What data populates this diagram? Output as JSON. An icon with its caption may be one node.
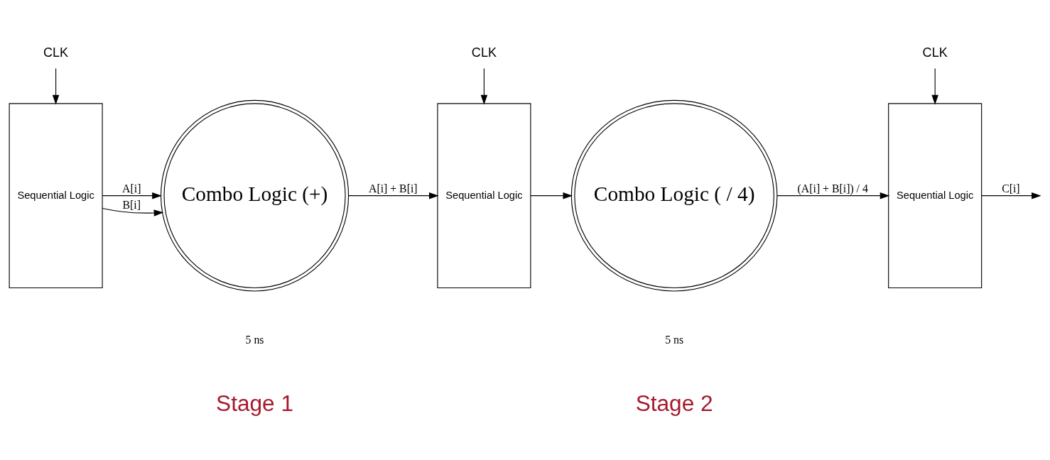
{
  "diagram": {
    "nodes": [
      {
        "text": [
          "Sequential Logic"
        ]
      },
      {
        "text": [
          "Combo Logic (+)"
        ]
      },
      {
        "text": [
          "Sequential Logic"
        ]
      },
      {
        "text": [
          "Combo Logic ( / 4)"
        ]
      },
      {
        "text": [
          "Sequential Logic"
        ]
      },
      {
        "text": [
          "CLK"
        ]
      },
      {
        "text": [
          "CLK"
        ]
      },
      {
        "text": [
          "CLK"
        ]
      }
    ],
    "edges": [
      {
        "from": 0,
        "to": 1,
        "arrow": "to",
        "label": "A[i]"
      },
      {
        "from": 0,
        "to": 1,
        "arrow": "to",
        "label": "B[i]"
      },
      {
        "from": 1,
        "to": 2,
        "arrow": "to",
        "label": "A[i] + B[i]"
      },
      {
        "from": 2,
        "to": 3,
        "arrow": "to"
      },
      {
        "from": 3,
        "to": 4,
        "arrow": "to",
        "label": "(A[i] + B[i]) / 4"
      },
      {
        "from": 4,
        "to": null,
        "arrow": "to",
        "label": "C[i]"
      },
      {
        "from": 5,
        "to": 0,
        "arrow": "to"
      },
      {
        "from": 6,
        "to": 2,
        "arrow": "to"
      },
      {
        "from": 7,
        "to": 4,
        "arrow": "to"
      }
    ],
    "labels": [
      "5 ns",
      "5 ns",
      "Stage 1",
      "Stage 2"
    ]
  }
}
